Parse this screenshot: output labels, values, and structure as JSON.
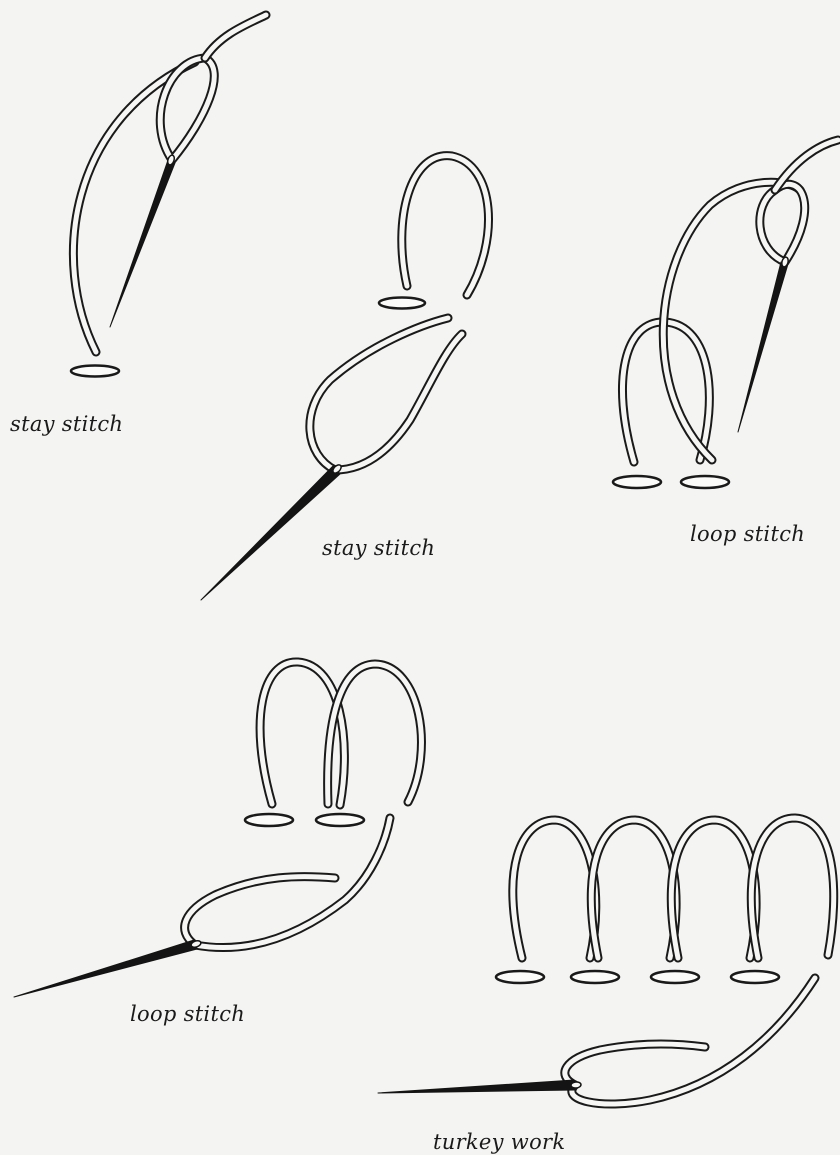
{
  "captions": {
    "stay_stitch_1": "stay stitch",
    "stay_stitch_2": "stay stitch",
    "loop_stitch_1": "loop stitch",
    "loop_stitch_2": "loop stitch",
    "turkey_work": "turkey work"
  },
  "colors": {
    "ink": "#1a1a1a",
    "paper": "#f4f4f2",
    "thread_fill": "#f6f6f4"
  }
}
